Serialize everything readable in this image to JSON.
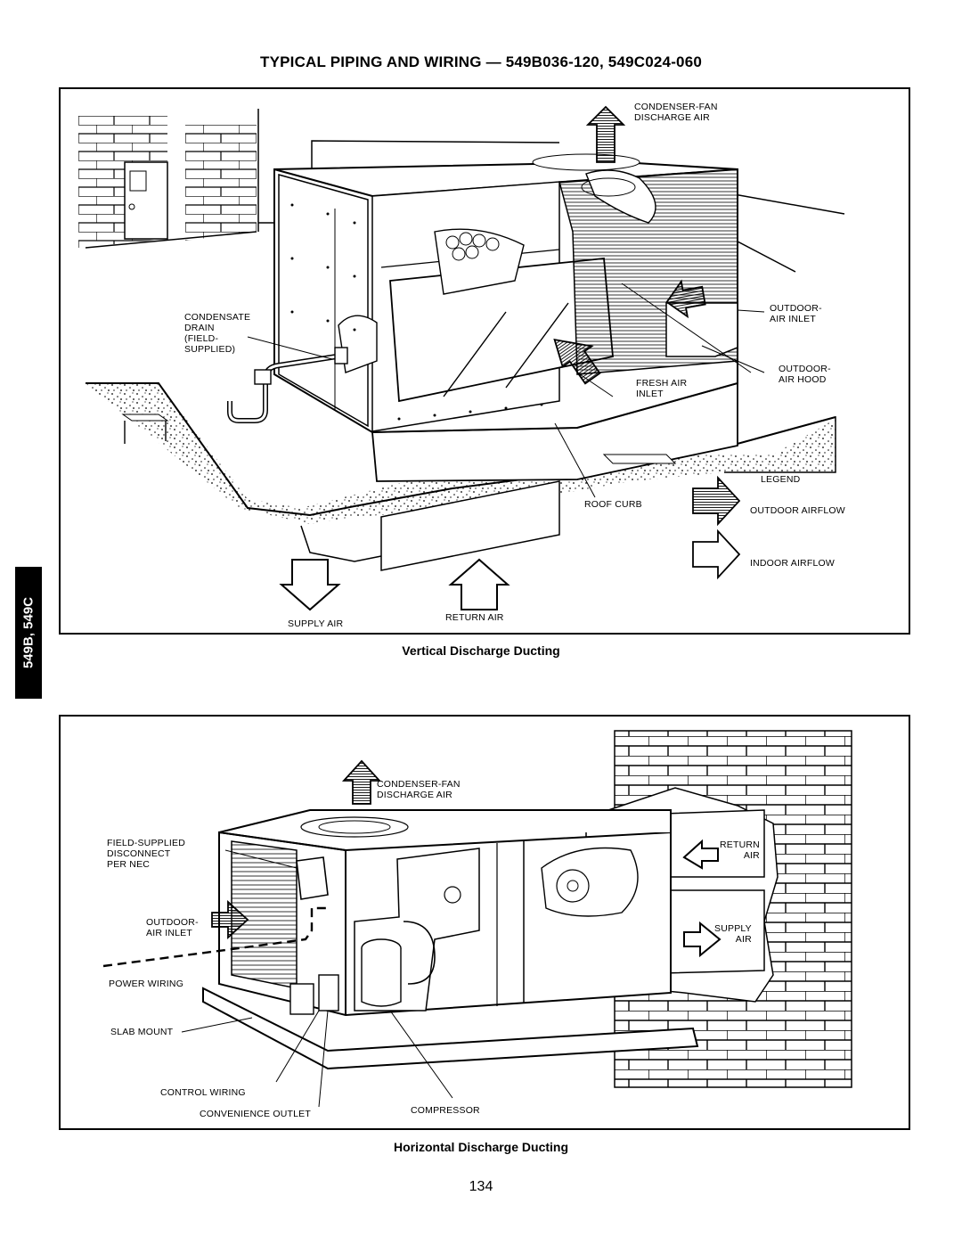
{
  "title": "TYPICAL PIPING AND WIRING — 549B036-120, 549C024-060",
  "side_tab": "549B, 549C",
  "page_number": "134",
  "figures": {
    "vertical": {
      "caption": "Vertical Discharge Ducting",
      "labels": {
        "condenser_fan_discharge": "CONDENSER-FAN\nDISCHARGE AIR",
        "condensate_drain": "CONDENSATE\nDRAIN\n(FIELD-\nSUPPLIED)",
        "outdoor_air_inlet": "OUTDOOR-\nAIR INLET",
        "outdoor_air_hood": "OUTDOOR-\nAIR HOOD",
        "fresh_air_inlet": "FRESH AIR\nINLET",
        "roof_curb": "ROOF CURB",
        "supply_air": "SUPPLY AIR",
        "return_air": "RETURN AIR"
      },
      "legend": {
        "title": "LEGEND",
        "outdoor_airflow": "OUTDOOR AIRFLOW",
        "indoor_airflow": "INDOOR AIRFLOW"
      }
    },
    "horizontal": {
      "caption": "Horizontal Discharge Ducting",
      "labels": {
        "condenser_fan_discharge": "CONDENSER-FAN\nDISCHARGE AIR",
        "disconnect": "FIELD-SUPPLIED\nDISCONNECT\nPER NEC",
        "outdoor_air_inlet": "OUTDOOR-\nAIR INLET",
        "power_wiring": "POWER WIRING",
        "slab_mount": "SLAB MOUNT",
        "control_wiring": "CONTROL WIRING",
        "convenience_outlet": "CONVENIENCE OUTLET",
        "compressor": "COMPRESSOR",
        "return_air": "RETURN\nAIR",
        "supply_air": "SUPPLY\nAIR"
      }
    }
  }
}
